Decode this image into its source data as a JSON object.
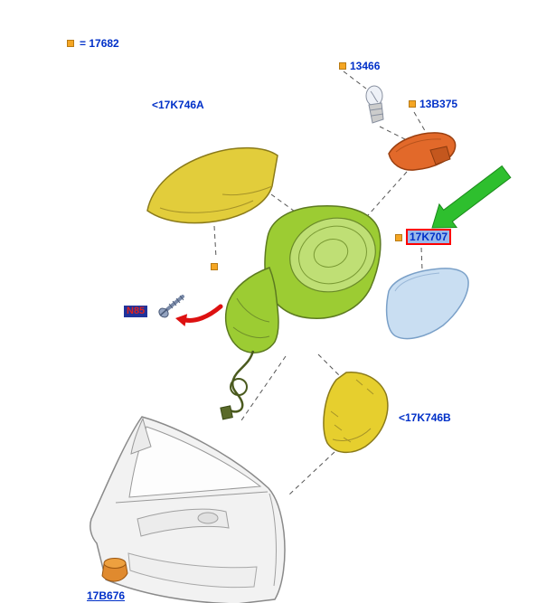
{
  "diagram": {
    "legend": {
      "icon": "orange-square-icon",
      "text": "= 17682"
    },
    "labels": {
      "cap": "<17K746A",
      "bulb": "13466",
      "turn_signal": "13B375",
      "mirror_glass": "17K707",
      "screw": "N85",
      "lower_cover": "<17K746B",
      "grommet": "17B676"
    },
    "icons": {
      "part_marker": "orange-square-icon",
      "green_arrow": "thick-straight-arrow",
      "red_arrow": "curved-arrow"
    },
    "colors": {
      "label_text": "#0030c8",
      "marker": "#f5a623",
      "highlight_border": "#ff0000",
      "highlight_bg": "#9ab9ea",
      "selected_bg": "#20339b",
      "selected_text": "#dd2222",
      "cap": "#e2cd3b",
      "housing": "#9ccc33",
      "housing_inner": "#bfdf75",
      "glass": "#c9def2",
      "turn_signal": "#e2692a",
      "lower_cover": "#e6cf2e",
      "grommet": "#e08a2e",
      "grommet_top": "#eda03f",
      "door": "#f2f2f2",
      "green_arrow": "#2ebf2e",
      "red_arrow": "#dd1111"
    }
  }
}
